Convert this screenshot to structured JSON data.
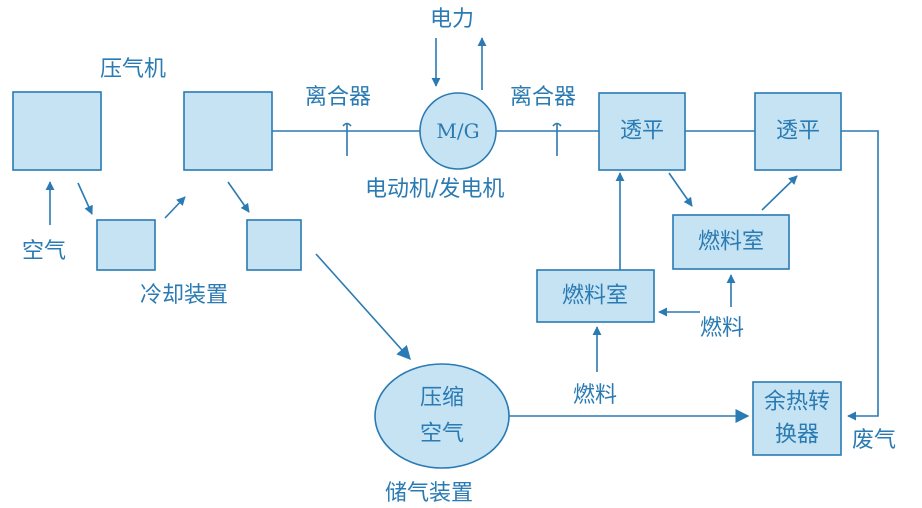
{
  "labels": {
    "compressor": "压气机",
    "clutch_left": "离合器",
    "clutch_right": "离合器",
    "power": "电力",
    "motor_generator": "M/G",
    "motor_generator_caption": "电动机/发电机",
    "air": "空气",
    "cooling_device": "冷却装置",
    "turbine_1": "透平",
    "turbine_2": "透平",
    "combustor_upper": "燃料室",
    "combustor_lower": "燃料室",
    "fuel_right": "燃料",
    "fuel_bottom": "燃料",
    "storage_line1": "压缩",
    "storage_line2": "空气",
    "storage_caption": "储气装置",
    "heat_exchanger_line1": "余热转",
    "heat_exchanger_line2": "换器",
    "exhaust": "废气"
  },
  "colors": {
    "stroke": "#2a7ab3",
    "fill": "#c5e3f3"
  }
}
